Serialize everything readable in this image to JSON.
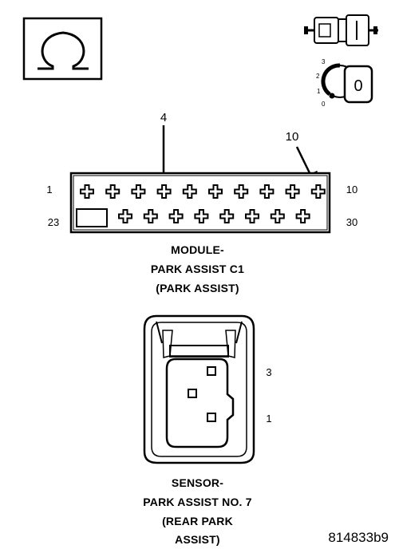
{
  "connector_module": {
    "pin_labels": {
      "top_left": "1",
      "top_right": "10",
      "bottom_left": "23",
      "bottom_right": "30"
    },
    "callouts": [
      "4",
      "10"
    ],
    "caption": [
      "MODULE-",
      "PARK ASSIST C1",
      "(PARK ASSIST)"
    ]
  },
  "connector_sensor": {
    "pin_labels": {
      "upper": "3",
      "lower": "1"
    },
    "caption": [
      "SENSOR-",
      "PARK ASSIST NO. 7",
      "(REAR PARK",
      "ASSIST)"
    ]
  },
  "key_switch": {
    "positions": [
      "3",
      "2",
      "1",
      "0"
    ],
    "key_label": "0"
  },
  "icons": {
    "omega": "ohmmeter-icon",
    "probe": "connector-probe-icon",
    "ignition": "ignition-key-icon"
  },
  "figure_id": "814833b9"
}
